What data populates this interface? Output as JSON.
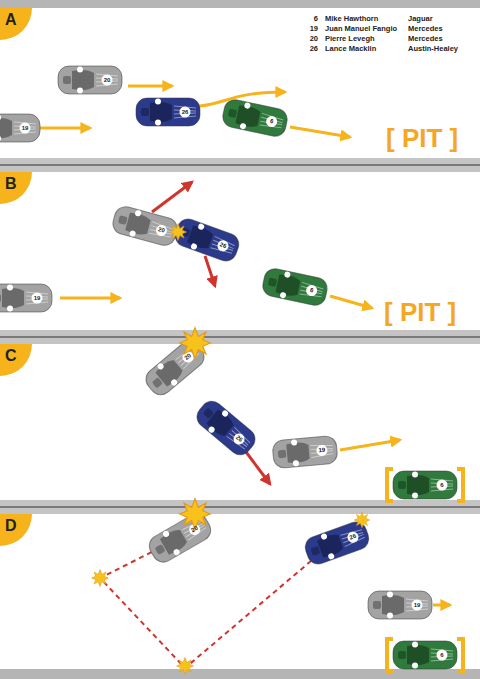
{
  "diagram": {
    "nodes": [
      {
        "text": [
          "A"
        ]
      },
      {
        "text": [
          "B"
        ]
      },
      {
        "text": [
          "C"
        ]
      },
      {
        "text": [
          "D"
        ]
      }
    ],
    "labels": [
      "6",
      "Mike Hawthorn",
      "Jaguar",
      "19",
      "Juan Manuel Fangio",
      "Mercedes",
      "20",
      "Pierre Levegh",
      "Mercedes",
      "26",
      "Lance Macklin",
      "Austin-Healey",
      "[ PIT ]",
      "[ PIT ]",
      "20",
      "26",
      "6",
      "19",
      "20",
      "26",
      "6",
      "19",
      "20",
      "26",
      "19",
      "6",
      "20",
      "26",
      "19",
      "6"
    ]
  }
}
